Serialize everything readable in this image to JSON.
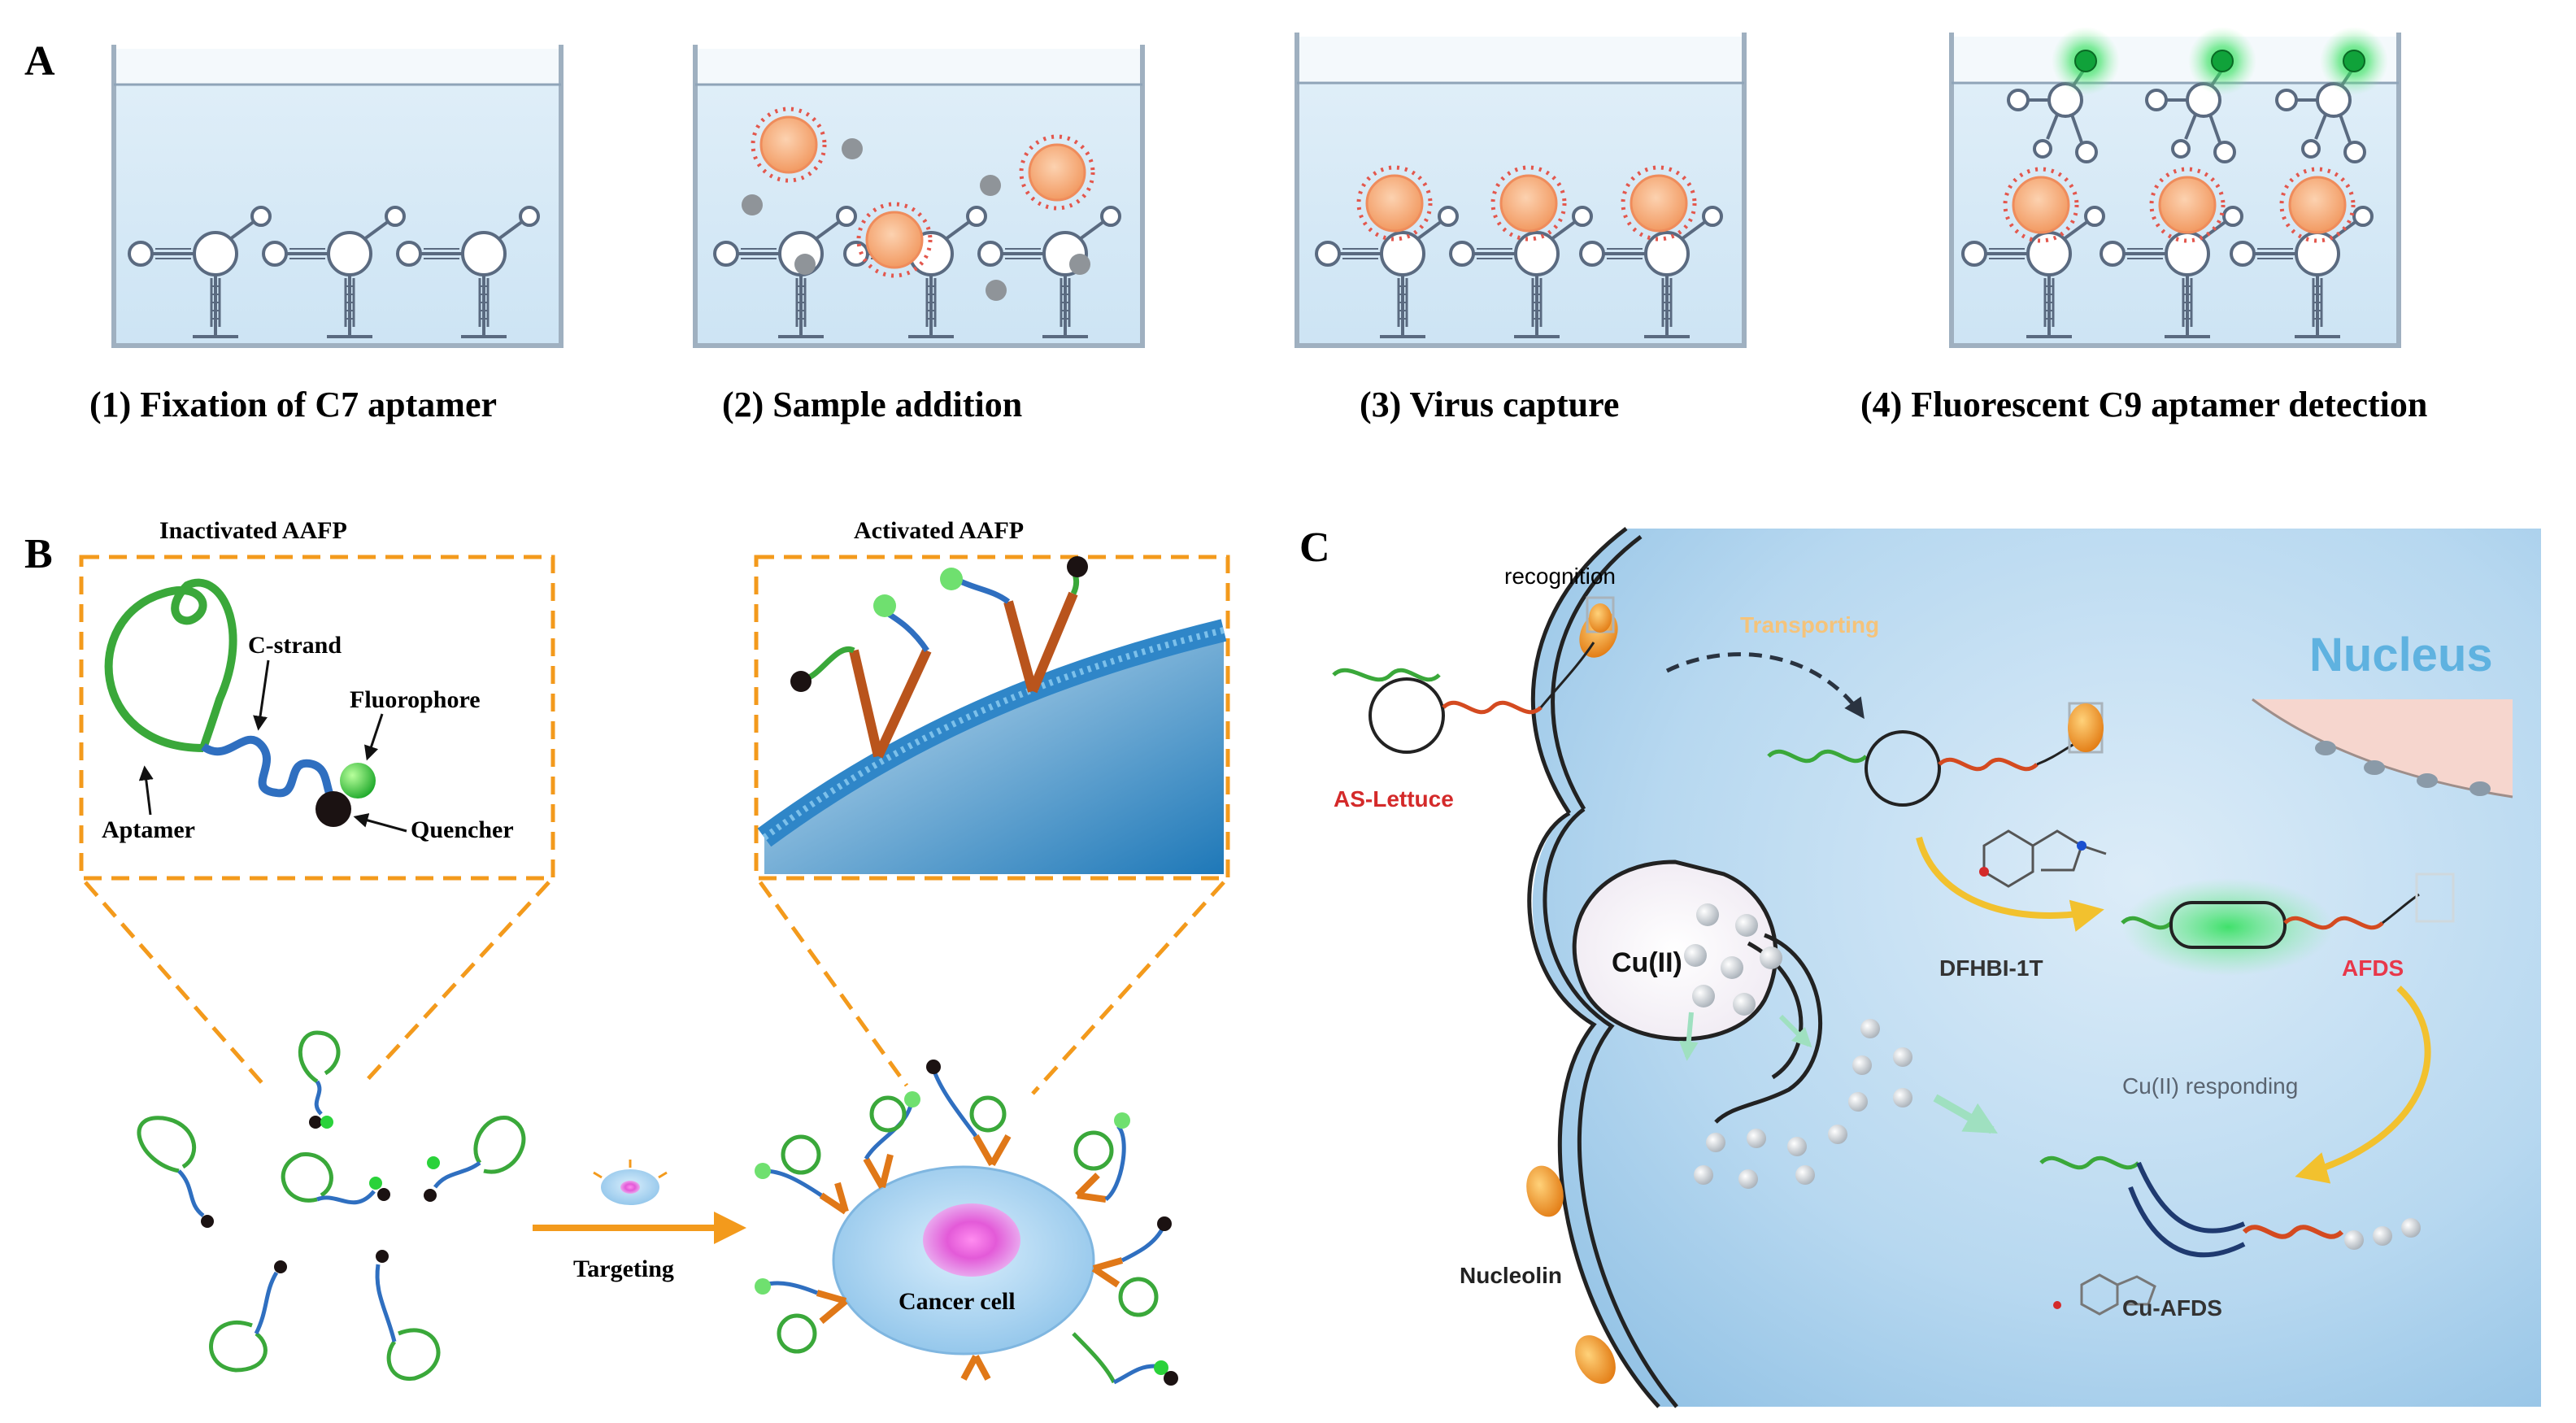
{
  "panel_a": {
    "letter": "A",
    "steps": [
      {
        "label": "(1) Fixation of C7 aptamer"
      },
      {
        "label": "(2) Sample addition"
      },
      {
        "label": "(3) Virus capture"
      },
      {
        "label": "(4) Fluorescent C9 aptamer detection"
      }
    ]
  },
  "panel_b": {
    "letter": "B",
    "inactivated_title": "Inactivated AAFP",
    "activated_title": "Activated AAFP",
    "labels": {
      "c_strand": "C-strand",
      "fluorophore": "Fluorophore",
      "aptamer": "Aptamer",
      "quencher": "Quencher",
      "targeting": "Targeting",
      "cancer_cell": "Cancer cell"
    }
  },
  "panel_c": {
    "letter": "C",
    "labels": {
      "recognition": "recognition",
      "transporting": "Transporting",
      "nucleus": "Nucleus",
      "as_lettuce": "AS-Lettuce",
      "dfhbi": "DFHBI-1T",
      "afds": "AFDS",
      "cu": "Cu(II)",
      "cu_responding": "Cu(II) responding",
      "nucleolin": "Nucleolin",
      "cu_afds": "Cu-AFDS"
    }
  },
  "colors": {
    "aptamer_green": "#3aa83a",
    "strand_blue": "#2f6fc0",
    "virus_orange": "#f4a66a",
    "fluor_green": "#22dd44",
    "arrow_orange": "#f39a1c",
    "nucleus_blue": "#5fb2e0",
    "as_lettuce_red": "#d42a2a",
    "afds_red": "#e8374a"
  }
}
